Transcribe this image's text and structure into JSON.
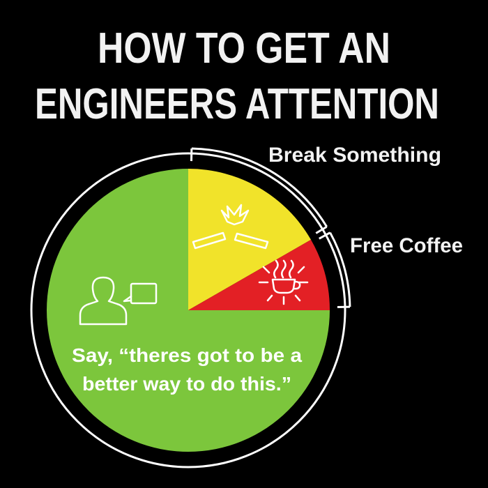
{
  "title_lines": [
    "HOW TO GET AN",
    "ENGINEERS ATTENTION"
  ],
  "colors": {
    "background": "#000000",
    "green": "#7cc63c",
    "yellow": "#f1e32a",
    "red": "#e32025",
    "text": "#f2f2f2"
  },
  "icons": {
    "green": "person-speaking-icon",
    "yellow": "broken-object-icon",
    "red": "hot-coffee-icon"
  },
  "chart_data": {
    "type": "pie",
    "start_angle_deg": 0,
    "direction": "clockwise",
    "slices": [
      {
        "key": "break",
        "label": "Break Something",
        "value": 16.7,
        "color": "#f1e32a"
      },
      {
        "key": "coffee",
        "label": "Free Coffee",
        "value": 8.3,
        "color": "#e32025"
      },
      {
        "key": "say",
        "label": "",
        "value": 75.0,
        "color": "#7cc63c",
        "inner_text": [
          "Say, “theres got to be a",
          "better way to do this.”"
        ]
      }
    ]
  }
}
